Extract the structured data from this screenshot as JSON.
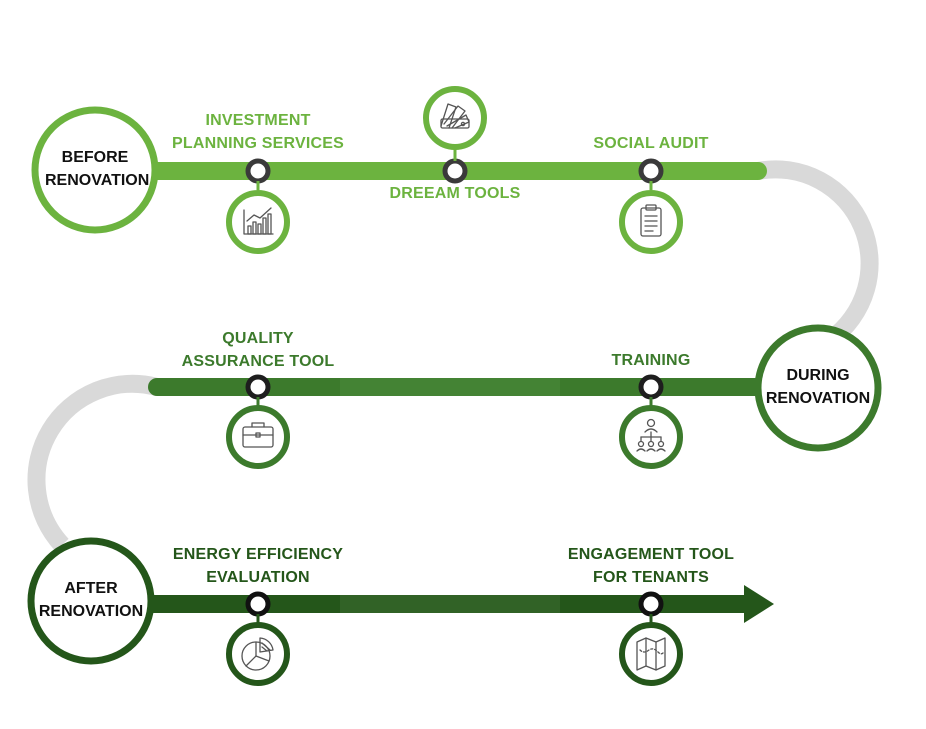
{
  "colors": {
    "phase1": "#6cb33f",
    "phase2": "#3c7a2c",
    "phase3": "#24561a",
    "connector": "#d9d9d9"
  },
  "stages": {
    "before": "BEFORE\nRENOVATION",
    "during": "DURING\nRENOVATION",
    "after": "AFTER\nRENOVATION"
  },
  "tools": {
    "investment": {
      "label": "INVESTMENT\nPLANNING SERVICES",
      "icon": "bar-chart-icon"
    },
    "dreem": {
      "label": "DREEAM TOOLS",
      "icon": "color-swatch-icon"
    },
    "social": {
      "label": "SOCIAL AUDIT",
      "icon": "clipboard-icon"
    },
    "quality": {
      "label": "QUALITY\nASSURANCE TOOL",
      "icon": "briefcase-icon"
    },
    "training": {
      "label": "TRAINING",
      "icon": "org-chart-icon"
    },
    "energy": {
      "label": "ENERGY EFFICIENCY\nEVALUATION",
      "icon": "pie-chart-icon"
    },
    "engagement": {
      "label": "ENGAGEMENT TOOL\nFOR TENANTS",
      "icon": "map-icon"
    }
  }
}
